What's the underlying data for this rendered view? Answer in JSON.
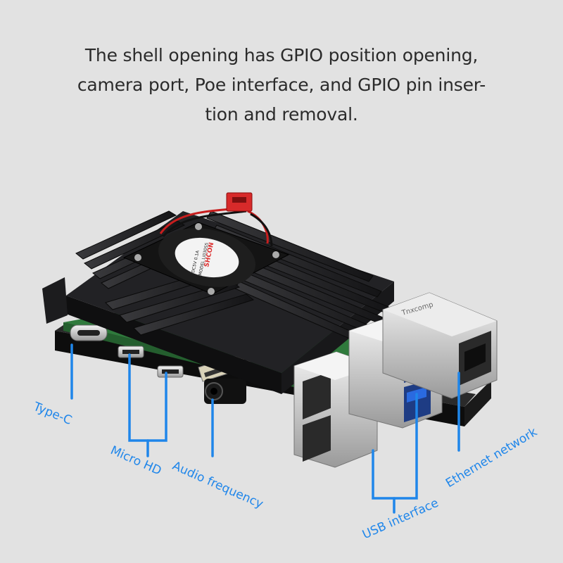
{
  "headline": {
    "line1": "The shell opening has GPIO position opening,",
    "line2": "camera port, Poe interface, and GPIO pin inser-",
    "line3": "tion and removal."
  },
  "fan_label": {
    "brand": "SHCON",
    "text1": "MODEL LI030S5",
    "text2": "DC5V 0.1A"
  },
  "ethernet_jack_text": "Tnxcomp",
  "callouts": {
    "type_c": "Type-C",
    "micro_hd": "Micro HD",
    "audio": "Audio frequency",
    "usb": "USB interface",
    "ethernet": "Ethernet network"
  },
  "colors": {
    "callout": "#1f86ea",
    "background": "#e2e2e2",
    "heatsink": "#1c1c1e",
    "pcb": "#2f7a3c"
  }
}
